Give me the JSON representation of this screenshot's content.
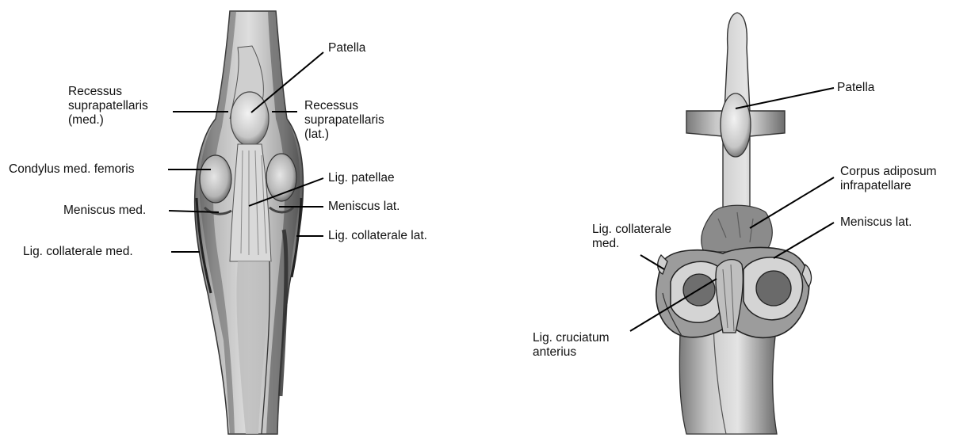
{
  "figure": {
    "left": {
      "labels": {
        "patella": "Patella",
        "recessus_med": [
          "Recessus",
          "suprapatellaris",
          "(med.)"
        ],
        "recessus_lat": [
          "Recessus",
          "suprapatellaris",
          "(lat.)"
        ],
        "condylus_med": "Condylus med. femoris",
        "lig_patellae": "Lig. patellae",
        "meniscus_med": "Meniscus med.",
        "meniscus_lat": "Meniscus lat.",
        "lig_coll_lat": "Lig. collaterale lat.",
        "lig_coll_med": "Lig. collaterale med."
      }
    },
    "right": {
      "labels": {
        "patella": "Patella",
        "corpus_adiposum": [
          "Corpus adiposum",
          "infrapatellare"
        ],
        "meniscus_lat": "Meniscus lat.",
        "lig_coll_med": [
          "Lig. collaterale",
          "med."
        ],
        "lig_cruciatum": [
          "Lig. cruciatum",
          "anterius"
        ]
      }
    }
  }
}
